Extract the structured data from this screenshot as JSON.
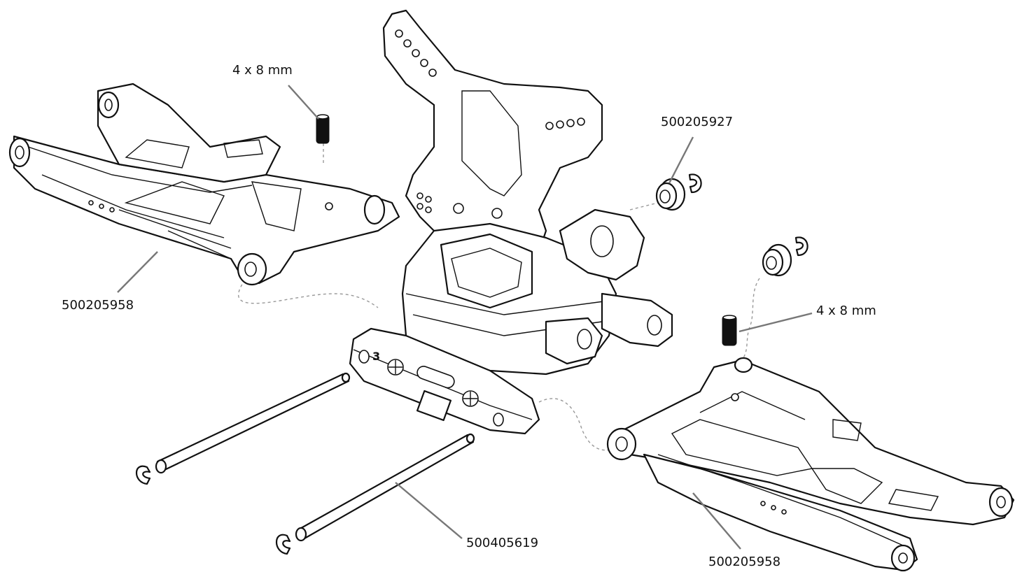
{
  "callouts": {
    "screw_left": "4 x 8 mm",
    "screw_right": "4 x 8 mm",
    "arm_left": "500205958",
    "arm_right": "500205958",
    "bushing": "500205927",
    "hinge_pin": "500405619",
    "holder_number": "3"
  }
}
